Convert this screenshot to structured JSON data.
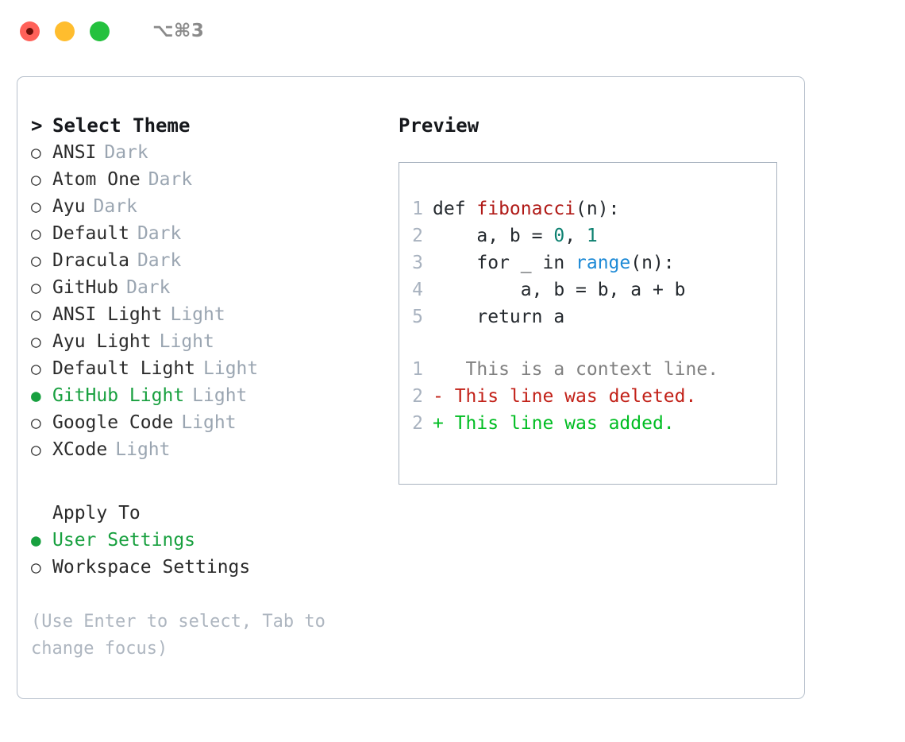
{
  "titlebar": {
    "shortcut": "⌥⌘3",
    "lights": [
      "close",
      "minimize",
      "maximize"
    ]
  },
  "theme_picker": {
    "heading_marker": ">",
    "heading": "Select Theme",
    "markers": {
      "selected": "●",
      "unselected": "○",
      "blank": " "
    },
    "items": [
      {
        "marker": "○",
        "label": "ANSI",
        "tag": "Dark",
        "selected": false
      },
      {
        "marker": "○",
        "label": "Atom One",
        "tag": "Dark",
        "selected": false
      },
      {
        "marker": "○",
        "label": "Ayu",
        "tag": "Dark",
        "selected": false
      },
      {
        "marker": "○",
        "label": "Default",
        "tag": "Dark",
        "selected": false
      },
      {
        "marker": "○",
        "label": "Dracula",
        "tag": "Dark",
        "selected": false
      },
      {
        "marker": "○",
        "label": "GitHub",
        "tag": "Dark",
        "selected": false
      },
      {
        "marker": "○",
        "label": "ANSI Light",
        "tag": "Light",
        "selected": false
      },
      {
        "marker": "○",
        "label": "Ayu Light",
        "tag": "Light",
        "selected": false
      },
      {
        "marker": "○",
        "label": "Default Light",
        "tag": "Light",
        "selected": false
      },
      {
        "marker": "●",
        "label": "GitHub Light",
        "tag": "Light",
        "selected": true
      },
      {
        "marker": "○",
        "label": "Google Code",
        "tag": "Light",
        "selected": false
      },
      {
        "marker": "○",
        "label": "XCode",
        "tag": "Light",
        "selected": false
      }
    ]
  },
  "apply_to": {
    "title": "Apply To",
    "items": [
      {
        "marker": "●",
        "label": "User Settings",
        "selected": true
      },
      {
        "marker": "○",
        "label": "Workspace Settings",
        "selected": false
      }
    ]
  },
  "hint": "(Use Enter to select, Tab to change focus)",
  "preview": {
    "title": "Preview",
    "code_lines": [
      {
        "no": "1",
        "tokens": [
          {
            "t": "def ",
            "k": "plain"
          },
          {
            "t": "fibonacci",
            "k": "fn"
          },
          {
            "t": "(n):",
            "k": "plain"
          }
        ]
      },
      {
        "no": "2",
        "tokens": [
          {
            "t": "    a, b = ",
            "k": "plain"
          },
          {
            "t": "0",
            "k": "num"
          },
          {
            "t": ", ",
            "k": "plain"
          },
          {
            "t": "1",
            "k": "num"
          }
        ]
      },
      {
        "no": "3",
        "tokens": [
          {
            "t": "    for _ in ",
            "k": "plain"
          },
          {
            "t": "range",
            "k": "call"
          },
          {
            "t": "(n):",
            "k": "plain"
          }
        ]
      },
      {
        "no": "4",
        "tokens": [
          {
            "t": "        a, b = b, a + b",
            "k": "plain"
          }
        ]
      },
      {
        "no": "5",
        "tokens": [
          {
            "t": "    return a",
            "k": "plain"
          }
        ]
      }
    ],
    "diff_lines": [
      {
        "no": "1",
        "marker": " ",
        "text": "  This is a context line.",
        "kind": "context"
      },
      {
        "no": "2",
        "marker": "-",
        "text": " This line was deleted.",
        "kind": "deleted"
      },
      {
        "no": "2",
        "marker": "+",
        "text": " This line was added.",
        "kind": "added"
      }
    ]
  },
  "colors": {
    "selected_green": "#18a03f",
    "tag_muted": "#9aa5b1",
    "hint_muted": "#aeb6c0",
    "panel_border": "#b7c0cc",
    "code_border": "#a9b3c0",
    "lineno": "#a8b2bf",
    "token_function": "#b01a17",
    "token_number": "#0c8070",
    "token_call": "#1e8ad6",
    "diff_context": "#808080",
    "diff_deleted": "#c22118",
    "diff_added": "#00bd22",
    "light_red": "#ff6159",
    "light_yellow": "#ffbd2e",
    "light_green": "#24c13e"
  }
}
